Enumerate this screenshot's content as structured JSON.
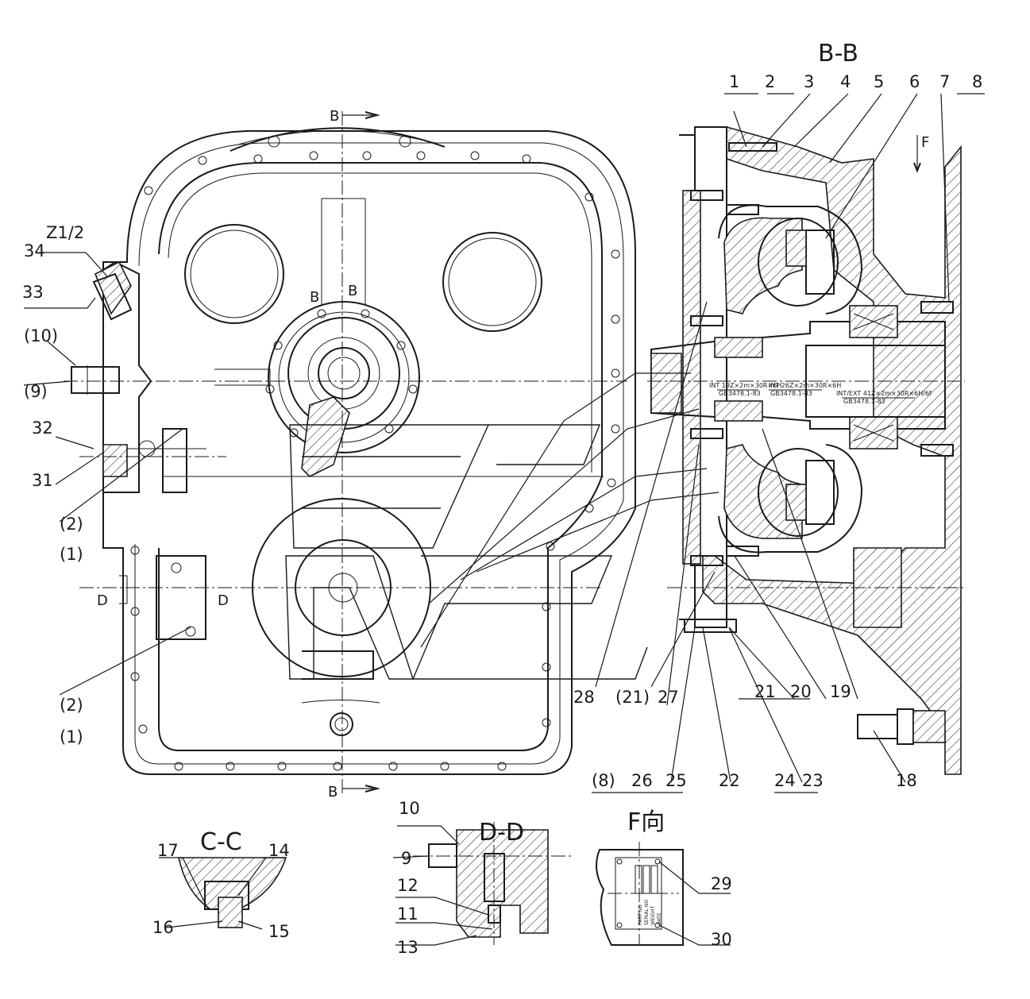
{
  "section_titles": {
    "bb": "B-B",
    "cc": "C-C",
    "dd": "D-D",
    "f_view": "F向"
  },
  "cut_marks": {
    "b_top": "B",
    "b_bottom": "B",
    "b_center": "B",
    "b_center2": "B",
    "d_left": "D",
    "d_right": "D",
    "f": "F"
  },
  "thread_label": "Z1/2",
  "spline_notes": [
    {
      "spec": "INT 19Z×2m×30R×6H",
      "std": "GB3478.1-83"
    },
    {
      "spec": "INT 26Z×2m×30R×6H",
      "std": "GB3478.1-83"
    },
    {
      "spec": "INT/EXT 41Z×2m×30R×6H/6f",
      "std": "GB3478.1-83"
    }
  ],
  "nameplate_lines": [
    "PART NO",
    "SERIAL NO",
    "WEIGHT",
    "DATE"
  ],
  "callouts": {
    "n1": "1",
    "n2": "2",
    "n3": "3",
    "n4": "4",
    "n5": "5",
    "n6": "6",
    "n7": "7",
    "n8": "8",
    "n9": "9",
    "n10": "10",
    "n11": "11",
    "n12": "12",
    "n13": "13",
    "n14": "14",
    "n15": "15",
    "n16": "16",
    "n17": "17",
    "n18": "18",
    "n19": "19",
    "n20": "20",
    "n21": "21",
    "n22": "22",
    "n23": "23",
    "n24": "24",
    "n25": "25",
    "n26": "26",
    "n27": "27",
    "n28": "28",
    "n29": "29",
    "n30": "30",
    "n31": "31",
    "n32": "32",
    "n33": "33",
    "n34": "34",
    "p10": "(10)",
    "p9": "(9)",
    "p2a": "(2)",
    "p1a": "(1)",
    "p2b": "(2)",
    "p1b": "(1)",
    "p21": "(21)",
    "p8": "(8)"
  },
  "colors": {
    "ink": "#1a1a1a",
    "paper": "#ffffff"
  }
}
